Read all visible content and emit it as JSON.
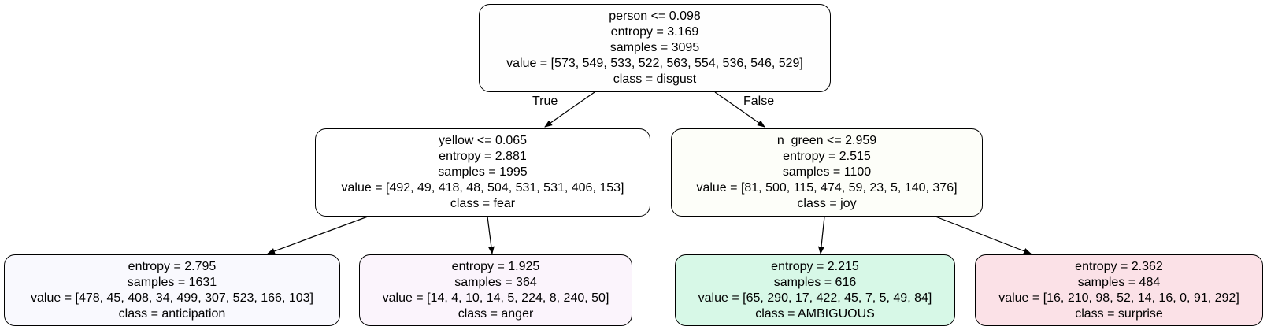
{
  "tree": {
    "nodes": {
      "root": {
        "split": "person <= 0.098",
        "entropy": "entropy = 3.169",
        "samples": "samples = 3095",
        "value": "value = [573, 549, 533, 522, 563, 554, 536, 546, 529]",
        "class": "class = disgust",
        "fill": "#fefefe"
      },
      "left": {
        "split": "yellow <= 0.065",
        "entropy": "entropy = 2.881",
        "samples": "samples = 1995",
        "value": "value = [492, 49, 418, 48, 504, 531, 531, 406, 153]",
        "class": "class = fear",
        "fill": "#ffffff"
      },
      "right": {
        "split": "n_green <= 2.959",
        "entropy": "entropy = 2.515",
        "samples": "samples = 1100",
        "value": "value = [81, 500, 115, 474, 59, 23, 5, 140, 376]",
        "class": "class = joy",
        "fill": "#fdfef9"
      },
      "left_left": {
        "entropy": "entropy = 2.795",
        "samples": "samples = 1631",
        "value": "value = [478, 45, 408, 34, 499, 307, 523, 166, 103]",
        "class": "class = anticipation",
        "fill": "#f9f9fe"
      },
      "left_right": {
        "entropy": "entropy = 1.925",
        "samples": "samples = 364",
        "value": "value = [14, 4, 10, 14, 5, 224, 8, 240, 50]",
        "class": "class = anger",
        "fill": "#fbf4fc"
      },
      "right_left": {
        "entropy": "entropy = 2.215",
        "samples": "samples = 616",
        "value": "value = [65, 290, 17, 422, 45, 7, 5, 49, 84]",
        "class": "class = AMBIGUOUS",
        "fill": "#d7f8e7"
      },
      "right_right": {
        "entropy": "entropy = 2.362",
        "samples": "samples = 484",
        "value": "value = [16, 210, 98, 52, 14, 16, 0, 91, 292]",
        "class": "class = surprise",
        "fill": "#fbe1e7"
      }
    },
    "edge_labels": {
      "true": "True",
      "false": "False"
    },
    "edge_color": "#000000"
  }
}
